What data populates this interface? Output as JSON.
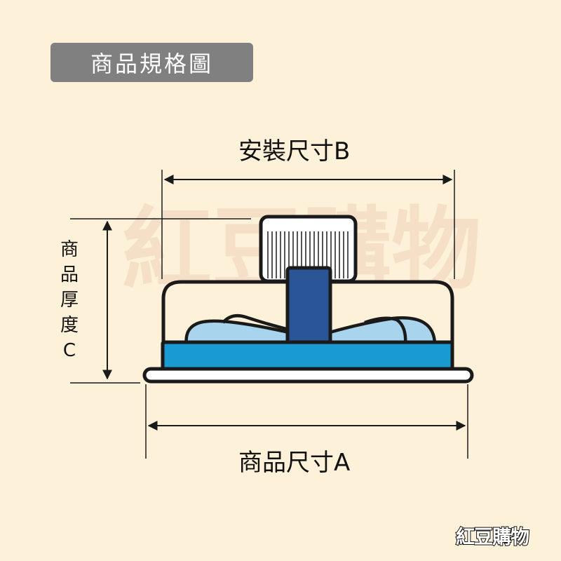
{
  "title": "商品規格圖",
  "dimension_b_label": "安裝尺寸B",
  "dimension_a_label": "商品尺寸A",
  "dimension_c_label": [
    "商",
    "品",
    "厚",
    "度",
    "C"
  ],
  "watermark_text": "紅豆購物",
  "brand_logo_text": "紅豆購物",
  "colors": {
    "background": "#fdf1d9",
    "title_badge": "#808080",
    "outline": "#1a1a1a",
    "panel_blue": "#199bd1",
    "cushion_light_blue": "#a8d4ee",
    "clip_dark_blue": "#2a5597",
    "knob_white": "#ffffff",
    "watermark": "#f3dcc2"
  }
}
